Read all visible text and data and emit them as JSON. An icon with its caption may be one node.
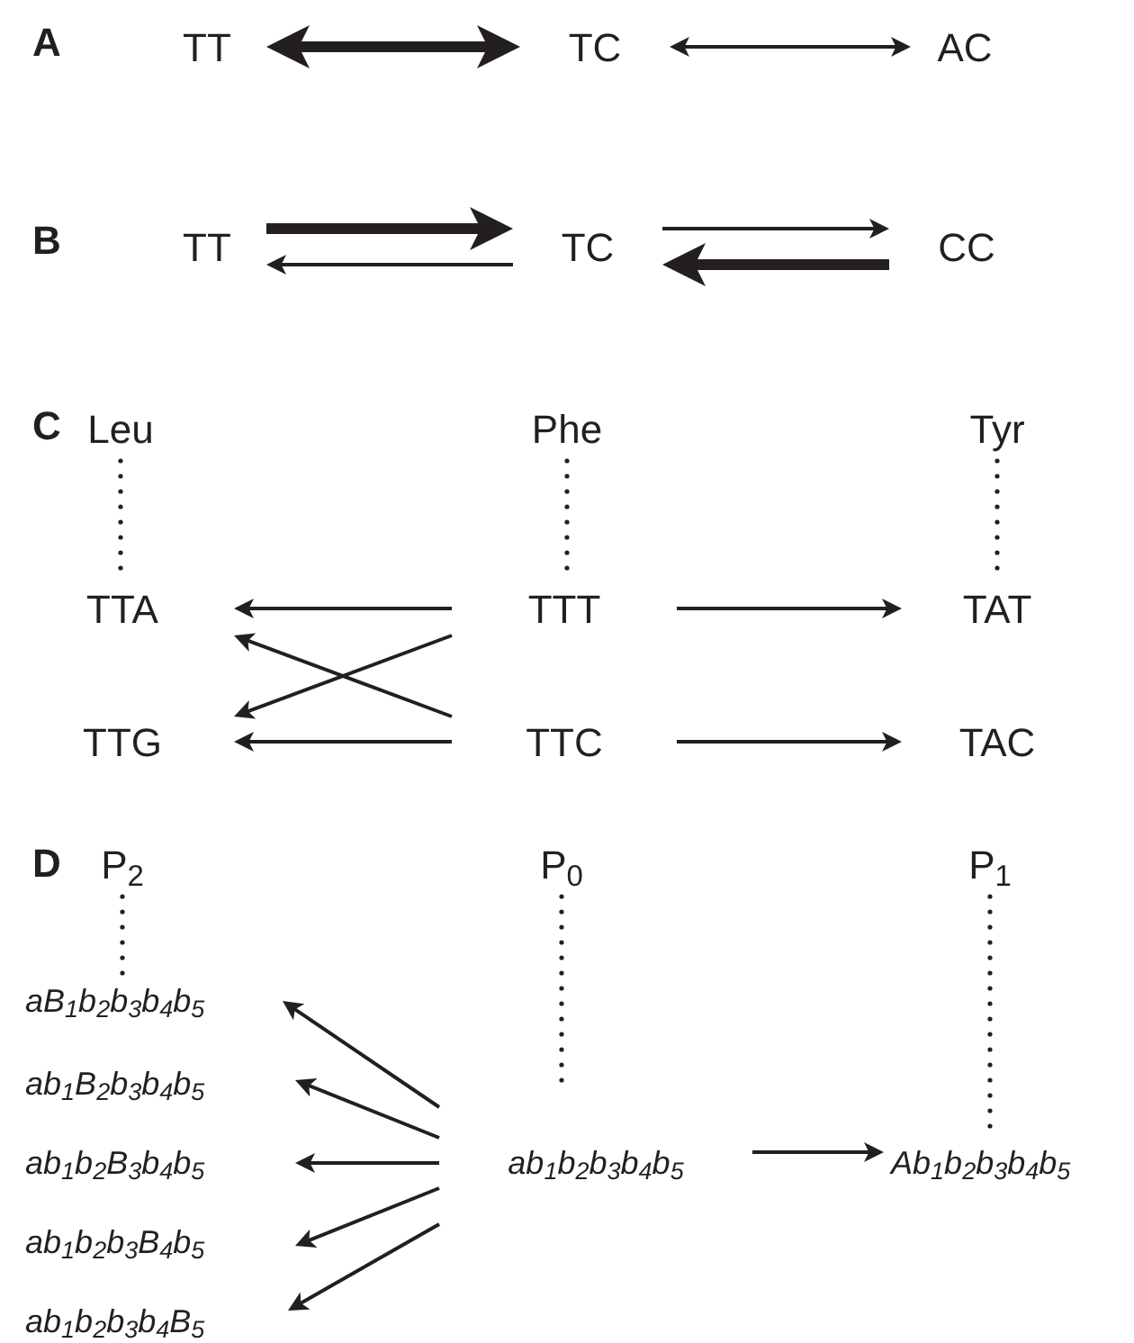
{
  "diagram": {
    "nodes": [
      {
        "text": [
          "TT"
        ]
      },
      {
        "text": [
          "TC"
        ]
      },
      {
        "text": [
          "AC"
        ]
      },
      {
        "text": [
          "TT"
        ]
      },
      {
        "text": [
          "TC"
        ]
      },
      {
        "text": [
          "CC"
        ]
      },
      {
        "text": [
          "Leu"
        ]
      },
      {
        "text": [
          "Phe"
        ]
      },
      {
        "text": [
          "Tyr"
        ]
      },
      {
        "text": [
          "TTA"
        ]
      },
      {
        "text": [
          "TTT"
        ]
      },
      {
        "text": [
          "TAT"
        ]
      },
      {
        "text": [
          "TTG"
        ]
      },
      {
        "text": [
          "TTC"
        ]
      },
      {
        "text": [
          "TAC"
        ]
      },
      {
        "text": [
          "P$_{2}$"
        ]
      },
      {
        "text": [
          "P$_{0}$"
        ]
      },
      {
        "text": [
          "P$_{1}$"
        ]
      },
      {
        "text": [
          "aB$_{1}$b$_{2}$b$_{3}$b$_{4}$b$_{5}$"
        ]
      },
      {
        "text": [
          "ab$_{1}$B$_{2}$b$_{3}$b$_{4}$b$_{5}$"
        ]
      },
      {
        "text": [
          "ab$_{1}$b$_{2}$B$_{3}$b$_{4}$b$_{5}$"
        ]
      },
      {
        "text": [
          "ab$_{1}$b$_{2}$b$_{3}$B$_{4}$b$_{5}$"
        ]
      },
      {
        "text": [
          "ab$_{1}$b$_{2}$b$_{3}$b$_{4}$B$_{5}$"
        ]
      },
      {
        "text": [
          "ab$_{1}$b$_{2}$b$_{3}$b$_{4}$b$_{5}$"
        ]
      },
      {
        "text": [
          "Ab$_{1}$b$_{2}$b$_{3}$b$_{4}$b$_{5}$"
        ]
      }
    ],
    "edges": [
      {
        "from": 0,
        "to": 1,
        "arrow": "both",
        "style": "thick"
      },
      {
        "from": 1,
        "to": 2,
        "arrow": "both"
      },
      {
        "from": 3,
        "to": 4,
        "arrow": "to",
        "style": "thick"
      },
      {
        "from": 4,
        "to": 3,
        "arrow": "to"
      },
      {
        "from": 4,
        "to": 5,
        "arrow": "to"
      },
      {
        "from": 5,
        "to": 4,
        "arrow": "to",
        "style": "thick"
      },
      {
        "from": 6,
        "to": 9,
        "arrow": "none",
        "style": "dashed"
      },
      {
        "from": 7,
        "to": 10,
        "arrow": "none",
        "style": "dashed"
      },
      {
        "from": 8,
        "to": 11,
        "arrow": "none",
        "style": "dashed"
      },
      {
        "from": 10,
        "to": 9,
        "arrow": "to"
      },
      {
        "from": 10,
        "to": 12,
        "arrow": "to"
      },
      {
        "from": 13,
        "to": 9,
        "arrow": "to"
      },
      {
        "from": 13,
        "to": 12,
        "arrow": "to"
      },
      {
        "from": 10,
        "to": 11,
        "arrow": "to"
      },
      {
        "from": 13,
        "to": 14,
        "arrow": "to"
      },
      {
        "from": 15,
        "to": 18,
        "arrow": "none",
        "style": "dashed"
      },
      {
        "from": 16,
        "to": 23,
        "arrow": "none",
        "style": "dashed"
      },
      {
        "from": 17,
        "to": 24,
        "arrow": "none",
        "style": "dashed"
      },
      {
        "from": 23,
        "to": 18,
        "arrow": "to"
      },
      {
        "from": 23,
        "to": 19,
        "arrow": "to"
      },
      {
        "from": 23,
        "to": 20,
        "arrow": "to"
      },
      {
        "from": 23,
        "to": 21,
        "arrow": "to"
      },
      {
        "from": 23,
        "to": 22,
        "arrow": "to"
      },
      {
        "from": 23,
        "to": 24,
        "arrow": "to"
      }
    ],
    "labels": [
      "A",
      "B",
      "C",
      "D"
    ]
  }
}
